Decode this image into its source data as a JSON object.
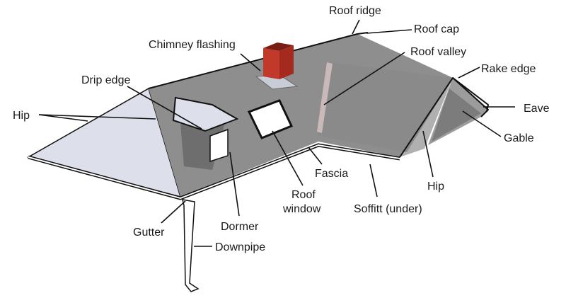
{
  "labels": {
    "roof_ridge": "Roof ridge",
    "roof_cap": "Roof cap",
    "chimney_flashing": "Chimney flashing",
    "roof_valley": "Roof valley",
    "rake_edge": "Rake edge",
    "drip_edge": "Drip edge",
    "eave": "Eave",
    "hip_left": "Hip",
    "gable": "Gable",
    "fascia": "Fascia",
    "hip_right": "Hip",
    "roof_window_line1": "Roof",
    "roof_window_line2": "window",
    "soffitt": "Soffitt (under)",
    "dormer": "Dormer",
    "gutter": "Gutter",
    "downpipe": "Downpipe"
  },
  "colors": {
    "roof_gray": "#8c8c8c",
    "roof_light": "#dde0ea",
    "shadow": "#a8a8a8",
    "chimney": "#c0392b",
    "outline": "#111111"
  }
}
